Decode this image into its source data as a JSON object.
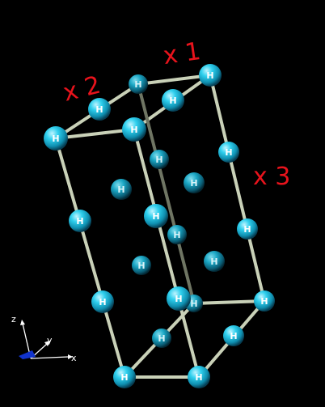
{
  "atom_symbol": "H",
  "colors": {
    "background": "#000000",
    "atom": "#29c8e6",
    "bond": "#c9d1b8",
    "annotation": "#e8131c",
    "axis": "#ffffff",
    "axis_marker": "#1133cc"
  },
  "annotations": {
    "x1": "x 1",
    "x2": "x 2",
    "x3": "x 3"
  },
  "axes": {
    "x": "x",
    "y": "y",
    "z": "z"
  }
}
